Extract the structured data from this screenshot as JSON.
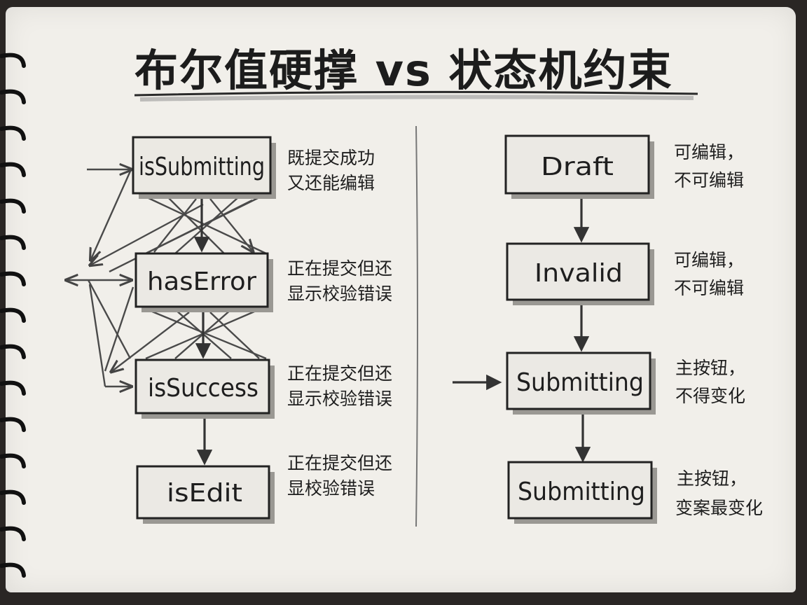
{
  "title": "布尔值硬撑 vs 状态机约束",
  "left": {
    "nodes": [
      {
        "id": "isSubmitting",
        "label": "isSubmitting",
        "note": [
          "既提交成功",
          "又还能编辑"
        ]
      },
      {
        "id": "hasError",
        "label": "hasError",
        "note": [
          "正在提交但还",
          "显示校验错误"
        ]
      },
      {
        "id": "isSuccess",
        "label": "isSuccess",
        "note": [
          "正在提交但还",
          "显示校验错误"
        ]
      },
      {
        "id": "isEdit",
        "label": "isEdit",
        "note": [
          "正在提交但还",
          "显校验错误"
        ]
      }
    ]
  },
  "right": {
    "nodes": [
      {
        "id": "draft",
        "label": "Draft",
        "note": [
          "可编辑，",
          "不可编辑"
        ]
      },
      {
        "id": "invalid",
        "label": "Invalid",
        "note": [
          "可编辑，",
          "不可编辑"
        ]
      },
      {
        "id": "submitting1",
        "label": "Submitting",
        "note": [
          "主按钮，",
          "不得变化"
        ]
      },
      {
        "id": "submitting2",
        "label": "Submitting",
        "note": [
          "主按钮，",
          "变案最变化"
        ]
      }
    ]
  },
  "colors": {
    "ink": "#1e1e1e",
    "paper": "#f1efea",
    "box": "#e9e7e2",
    "binding": "#111111"
  }
}
